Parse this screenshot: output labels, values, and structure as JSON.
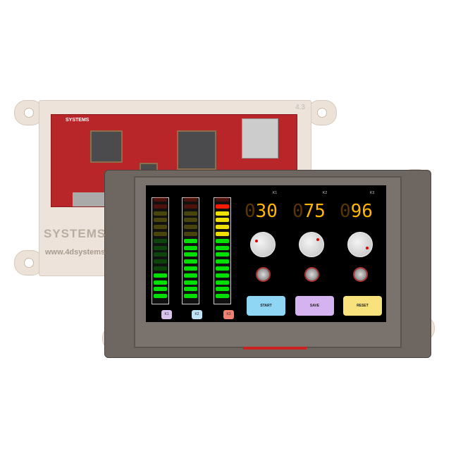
{
  "back_module": {
    "size_label": "4.3",
    "pcb_brand": "SYSTEMS",
    "logo_text": "SYSTEMS",
    "url": "www.4dsystems"
  },
  "screen": {
    "meters": [
      {
        "label": "K1",
        "level": 0.25
      },
      {
        "label": "K2",
        "level": 0.6
      },
      {
        "label": "K3",
        "level": 0.87
      }
    ],
    "meter_colors": {
      "green": "#00e000",
      "yellow": "#f0e000",
      "red": "#ff1a00"
    },
    "readouts": [
      {
        "label": "K1",
        "lead": "0",
        "value": "30"
      },
      {
        "label": "K2",
        "lead": "0",
        "value": "75"
      },
      {
        "label": "K3",
        "lead": "0",
        "value": "96"
      }
    ],
    "buttons": [
      {
        "label": "START",
        "color": "#8fd6f5"
      },
      {
        "label": "SAVE",
        "color": "#d4b3f0"
      },
      {
        "label": "RESET",
        "color": "#f7e27c"
      }
    ]
  }
}
